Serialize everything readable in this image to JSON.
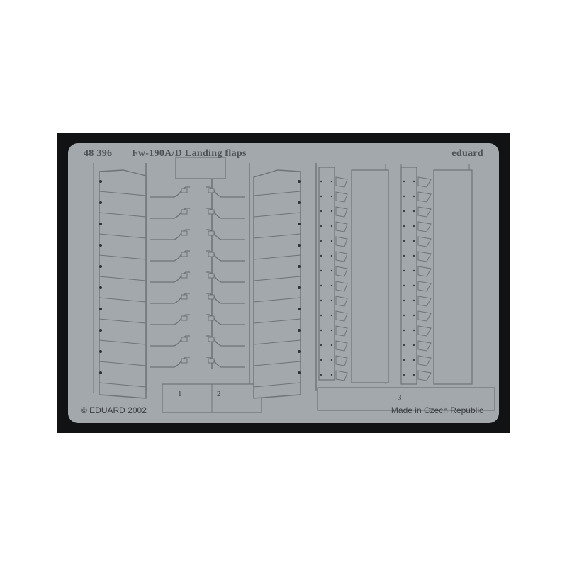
{
  "sheet": {
    "title_number": "48 396",
    "title": "Fw-190A/D Landing flaps",
    "brand": "eduard",
    "copyright": "© EDUARD 2002",
    "made_in": "Made in Czech Republic",
    "part_numbers": [
      "1",
      "2",
      "3"
    ]
  },
  "colors": {
    "backing": "#111213",
    "fret": "#a3a8ad",
    "etched_line": "#6e7378",
    "text": "#4e5358"
  }
}
